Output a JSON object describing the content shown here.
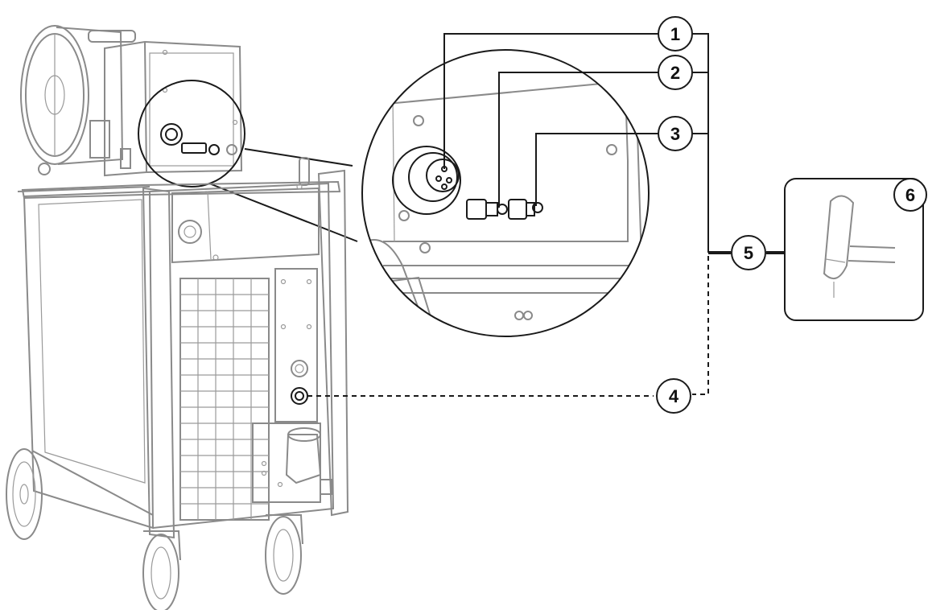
{
  "callouts": [
    {
      "id": "1",
      "label": "1"
    },
    {
      "id": "2",
      "label": "2"
    },
    {
      "id": "3",
      "label": "3"
    },
    {
      "id": "4",
      "label": "4"
    },
    {
      "id": "5",
      "label": "5"
    },
    {
      "id": "6",
      "label": "6"
    }
  ],
  "colors": {
    "ink": "#1a1a1a",
    "machine_outline": "#8a8a8a",
    "background": "#ffffff"
  }
}
